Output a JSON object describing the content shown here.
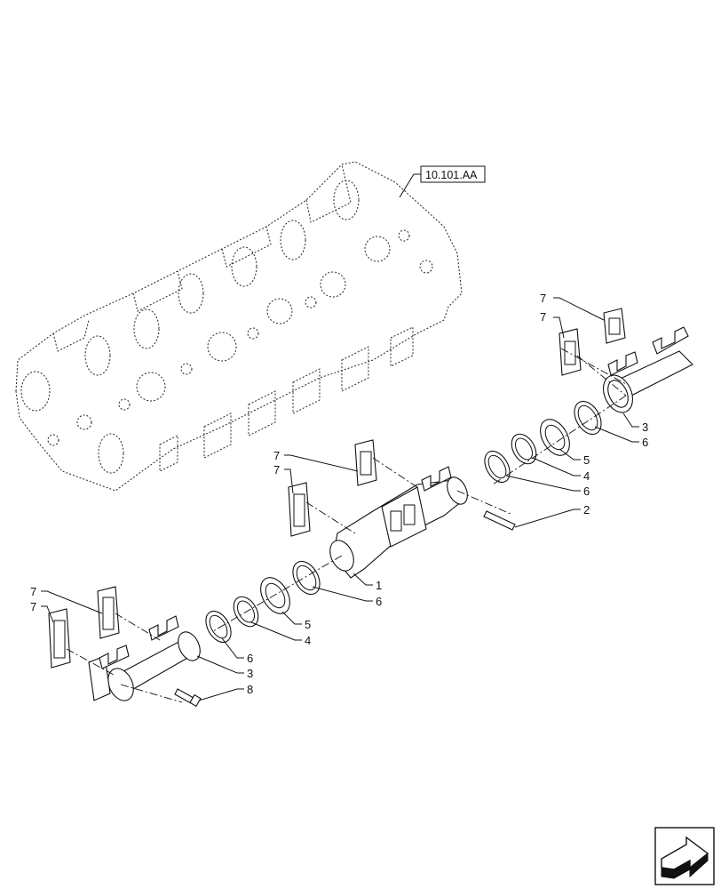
{
  "reference_tag": "10.101.AA",
  "callouts": {
    "gasket_upper_right_a": "7",
    "gasket_upper_right_b": "7",
    "tube_upper_right": "3",
    "clamp_upper_right": "6",
    "bellows_upper_right": "5",
    "ring_upper_right": "4",
    "clamp_upper_mid": "6",
    "stud": "2",
    "gasket_mid_a": "7",
    "gasket_mid_b": "7",
    "manifold_center": "1",
    "clamp_center": "6",
    "bellows_center": "5",
    "ring_center": "4",
    "clamp_lower_left": "6",
    "tube_lower_left": "3",
    "gasket_lower_left_a": "7",
    "gasket_lower_left_b": "7",
    "bolt": "8"
  },
  "navigation": {
    "icon": "next-page-arrow-icon"
  }
}
